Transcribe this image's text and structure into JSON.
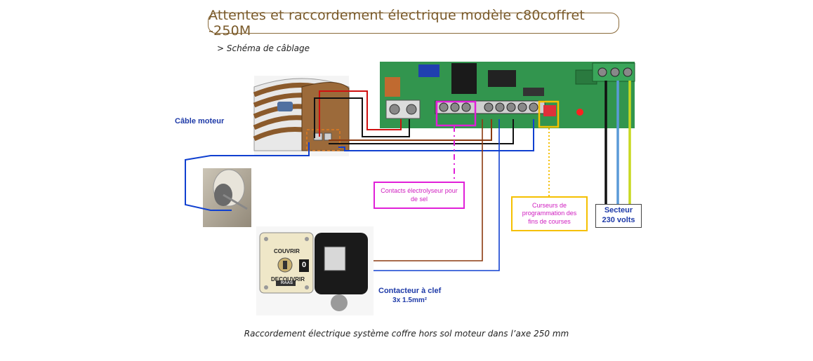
{
  "header": {
    "title": "Attentes et raccordement électrique modèle c80coffret -250M",
    "subtitle": "> Schéma de câblage"
  },
  "labels": {
    "cable_moteur": "Câble moteur",
    "contacts_line1": "Contacts électrolyseur pour",
    "contacts_line2": "de sel",
    "curseurs_line1": "Curseurs de",
    "curseurs_line2": "programmation des",
    "curseurs_line3": "fins de courses",
    "secteur_line1": "Secteur",
    "secteur_line2": "230 volts",
    "contacteur_line1": "Contacteur à clef",
    "contacteur_line2": "3x 1.5mm²"
  },
  "key_switch": {
    "couvrir": "COUVRIR",
    "decouvrir": "DECOUVRIR",
    "brand": "RAAS",
    "position": "0"
  },
  "caption": "Raccordement électrique système coffre hors sol moteur dans l’axe 250 mm",
  "colors": {
    "title_border": "#8a6a3a",
    "label_blue": "#1e3aa8",
    "magenta": "#e020d8",
    "yellow": "#f5c000",
    "wire_red": "#d01010",
    "wire_brown": "#8b3a10",
    "wire_blue": "#1040d0",
    "wire_black": "#111111",
    "wire_lightblue": "#5a9ad8",
    "wire_green_yellow": "#c8d820",
    "pcb_green": "#2f8f4a"
  }
}
